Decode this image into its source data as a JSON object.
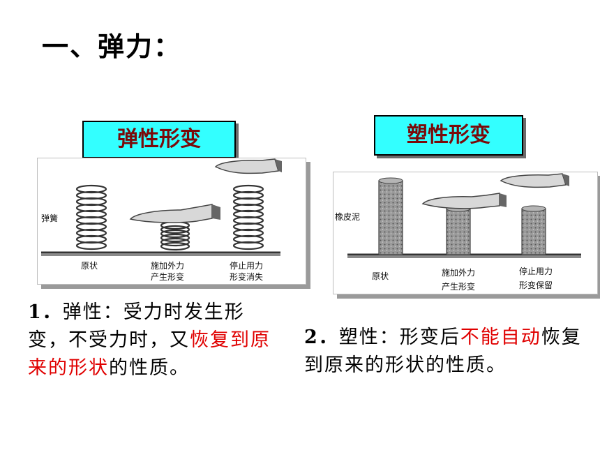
{
  "title": "一、弹力：",
  "elastic": {
    "label": "弹性形变",
    "figure": {
      "spring_label": "弹簧",
      "captions": [
        {
          "l1": "原状",
          "l2": ""
        },
        {
          "l1": "施加外力",
          "l2": "产生形变"
        },
        {
          "l1": "停止用力",
          "l2": "形变消失"
        }
      ]
    },
    "desc": {
      "num": "1．",
      "part1": "弹性：受力时发生形变，不受力时，又",
      "highlight": "恢复到原来的形状",
      "part2": "的性质。"
    }
  },
  "plastic": {
    "label": "塑性形变",
    "figure": {
      "clay_label": "橡皮泥",
      "captions": [
        {
          "l1": "原状",
          "l2": ""
        },
        {
          "l1": "施加外力",
          "l2": "产生形变"
        },
        {
          "l1": "停止用力",
          "l2": "形变保留"
        }
      ]
    },
    "desc": {
      "num": "2．",
      "part1": "塑性：形变后",
      "highlight": "不能自动",
      "part2": "恢复到原来的形状的性质。"
    }
  },
  "colors": {
    "label_bg": "#33ffff",
    "label_text": "#7a0a0a",
    "highlight": "#e00000"
  }
}
